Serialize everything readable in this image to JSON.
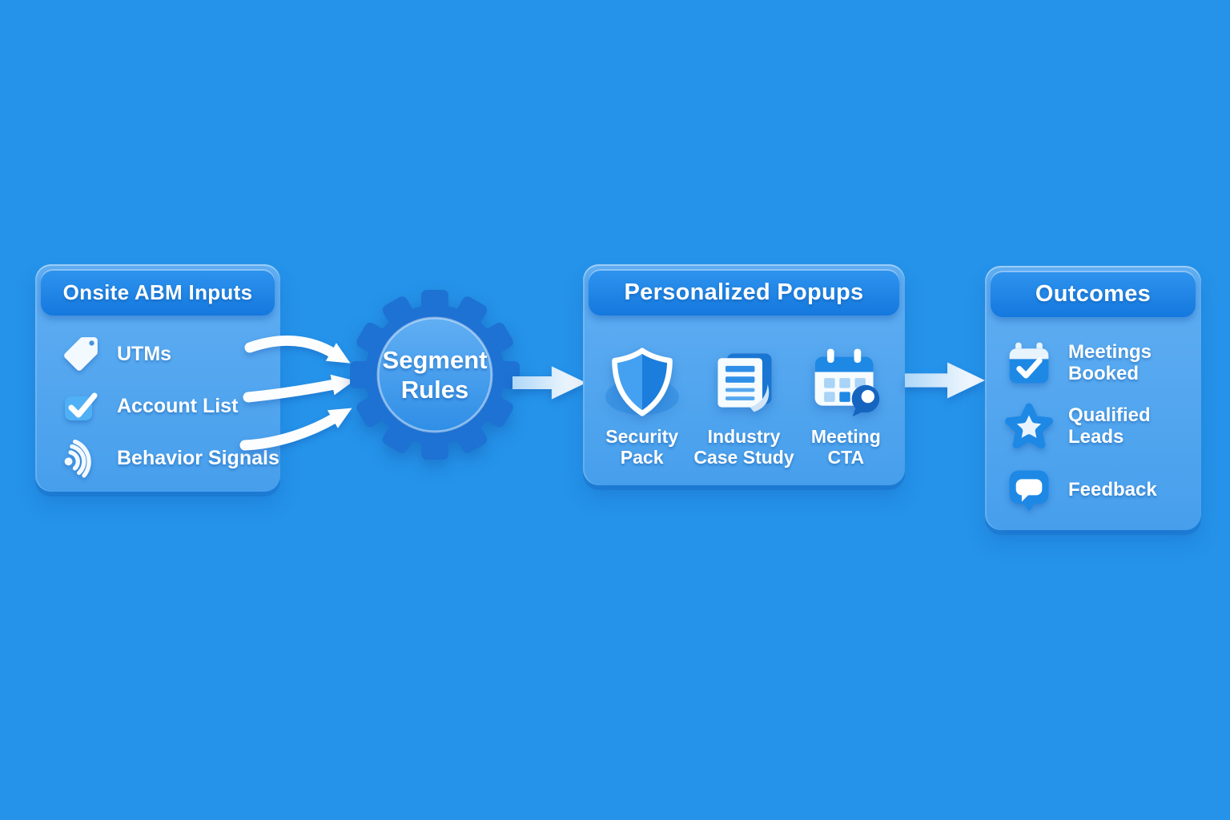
{
  "colors": {
    "background": "#2593EA",
    "panel_body": "#54A7EF",
    "panel_header": "#1B80E2",
    "gear_body": "#1D72D3",
    "gear_center_top": "#5FAEF3",
    "gear_center_bottom": "#2F8EE6",
    "icon_blue": "#1E88E5",
    "icon_dark_blue": "#1565C0",
    "icon_light": "#E9F4FE",
    "arrow_color": "#FFFFFF",
    "text_color": "#FFFFFF"
  },
  "flow": {
    "inputs_panel": {
      "title": "Onsite ABM Inputs",
      "items": [
        {
          "icon": "tag-icon",
          "label": "UTMs"
        },
        {
          "icon": "checkbox-check-icon",
          "label": "Account List"
        },
        {
          "icon": "behavior-signal-icon",
          "label": "Behavior Signals"
        }
      ]
    },
    "segment_node": {
      "icon": "gear-icon",
      "line1": "Segment",
      "line2": "Rules"
    },
    "popups_panel": {
      "title": "Personalized Popups",
      "items": [
        {
          "icon": "shield-icon",
          "label": "Security Pack"
        },
        {
          "icon": "document-icon",
          "label": "Industry Case Study"
        },
        {
          "icon": "calendar-chat-icon",
          "label": "Meeting CTA"
        }
      ]
    },
    "outcomes_panel": {
      "title": "Outcomes",
      "items": [
        {
          "icon": "calendar-check-icon",
          "label": "Meetings Booked"
        },
        {
          "icon": "star-icon",
          "label": "Qualified Leads"
        },
        {
          "icon": "chat-bubble-icon",
          "label": "Feedback"
        }
      ]
    }
  }
}
